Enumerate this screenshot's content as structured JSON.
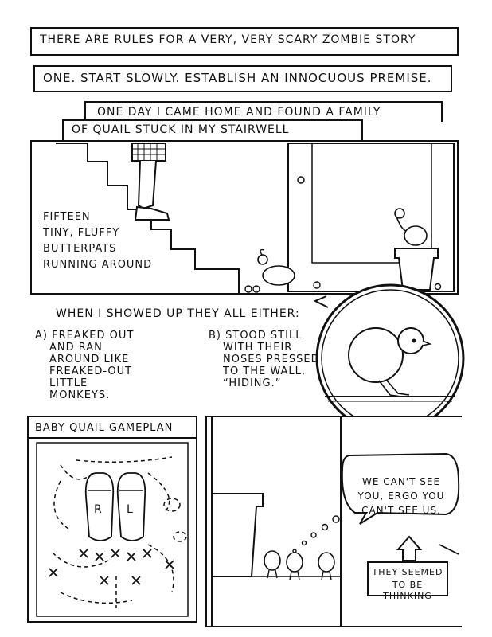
{
  "captions": {
    "rule_title": "There are rules for a very, very scary zombie story",
    "rule_one": "One. Start slowly. Establish an innocuous premise.",
    "story_intro_line1": "One day I came home and found a family",
    "story_intro_line2": "of quail stuck in my stairwell"
  },
  "panel_stairs": {
    "text_lines": [
      "Fifteen",
      "tiny, fluffy",
      "butterpats",
      "running around"
    ]
  },
  "narration": {
    "showed_up": "When I showed up they all either:",
    "option_a": [
      "A) Freaked out",
      "and ran",
      "around like",
      "freaked-out",
      "little",
      "monkeys."
    ],
    "option_b": [
      "B) Stood still",
      "with their",
      "noses pressed",
      "to the wall,",
      "“hiding.”"
    ]
  },
  "gameplan": {
    "title": "Baby quail gameplan",
    "left_shoe": "R",
    "right_shoe": "L"
  },
  "panel_hiding": {
    "speech_lines": [
      "We can't see",
      "you, ergo you",
      "can't see us."
    ],
    "thinking_lines": [
      "They seemed",
      "to be thinking"
    ]
  }
}
